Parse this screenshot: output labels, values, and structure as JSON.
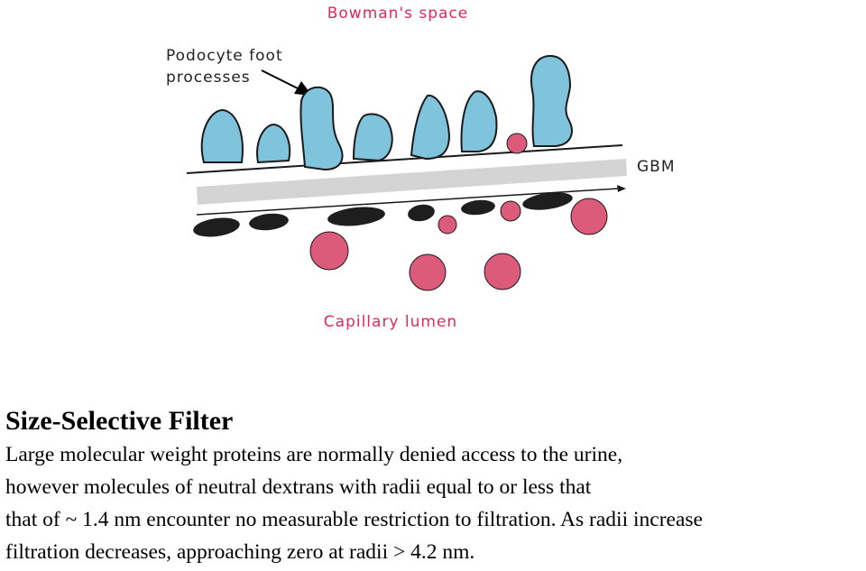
{
  "diagram": {
    "top_label": "Bowman's space",
    "bottom_label": "Capillary lumen",
    "foot_label_line1": "Podocyte foot",
    "foot_label_line2": "processes",
    "gbm_label": "GBM",
    "colors": {
      "label_red": "#e0285a",
      "label_dark": "#222222",
      "podocyte_fill": "#7fc3dc",
      "podocyte_stroke": "#1a1a1a",
      "gbm_band": "#d4d4d4",
      "endothelial": "#1e1e1e",
      "protein": "#dc5a7a"
    }
  },
  "text": {
    "title": "Size-Selective Filter",
    "lines": [
      "Large molecular weight proteins are normally denied access to the urine,",
      "however molecules of neutral dextrans with radii equal to or less that",
      "that of ~ 1.4 nm encounter no measurable restriction to filtration. As radii increase",
      "filtration decreases, approaching zero at radii > 4.2 nm."
    ]
  }
}
